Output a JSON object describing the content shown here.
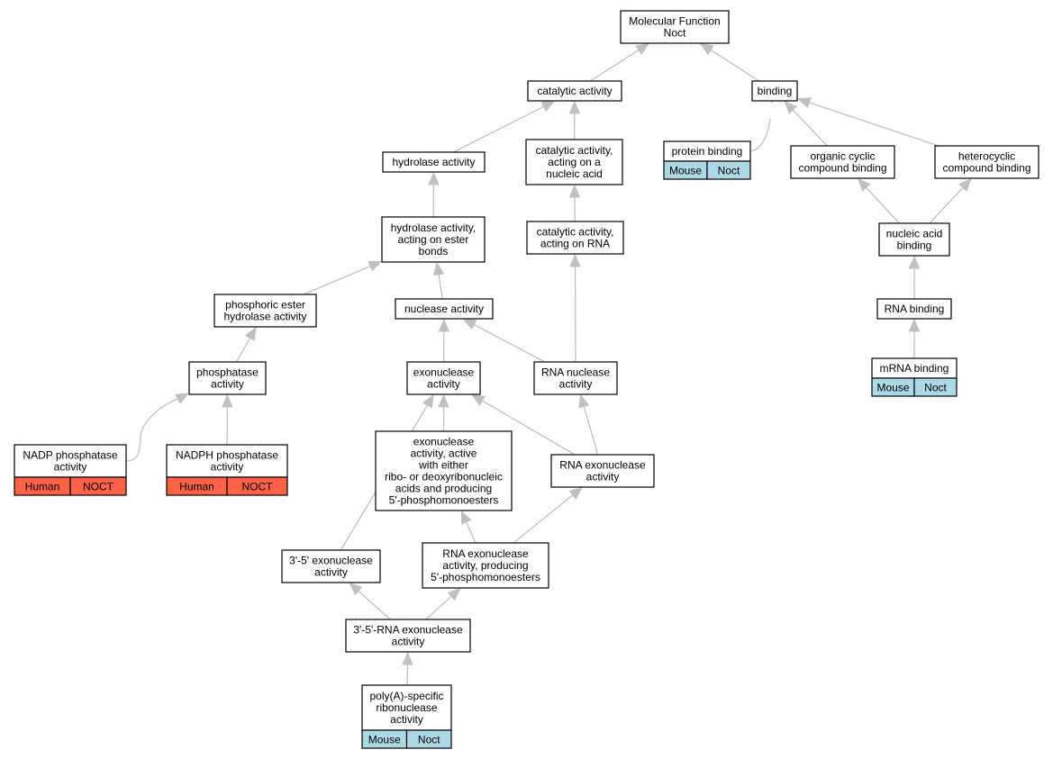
{
  "colors": {
    "human": "#ff6347",
    "mouse": "#add8e6",
    "edge": "#c0c0c0",
    "box_border": "#000000",
    "background": "#ffffff"
  },
  "nodes": [
    {
      "id": "mf",
      "lines": [
        "Molecular Function",
        "Noct"
      ]
    },
    {
      "id": "catalytic",
      "lines": [
        "catalytic activity"
      ]
    },
    {
      "id": "binding",
      "lines": [
        "binding"
      ]
    },
    {
      "id": "hydrolase",
      "lines": [
        "hydrolase activity"
      ]
    },
    {
      "id": "cat_nucleic",
      "lines": [
        "catalytic activity,",
        "acting on a",
        "nucleic acid"
      ]
    },
    {
      "id": "protein_binding",
      "lines": [
        "protein binding"
      ],
      "tags": [
        {
          "label": "Mouse",
          "org": "mouse"
        },
        {
          "label": "Noct",
          "org": "mouse"
        }
      ]
    },
    {
      "id": "org_cyclic",
      "lines": [
        "organic cyclic",
        "compound binding"
      ]
    },
    {
      "id": "heterocyclic",
      "lines": [
        "heterocyclic",
        "compound binding"
      ]
    },
    {
      "id": "hydrolase_ester",
      "lines": [
        "hydrolase activity,",
        "acting on ester",
        "bonds"
      ]
    },
    {
      "id": "cat_rna",
      "lines": [
        "catalytic activity,",
        "acting on RNA"
      ]
    },
    {
      "id": "nucleic_binding",
      "lines": [
        "nucleic acid",
        "binding"
      ]
    },
    {
      "id": "phos_ester",
      "lines": [
        "phosphoric ester",
        "hydrolase activity"
      ]
    },
    {
      "id": "nuclease",
      "lines": [
        "nuclease activity"
      ]
    },
    {
      "id": "rna_binding",
      "lines": [
        "RNA binding"
      ]
    },
    {
      "id": "phosphatase",
      "lines": [
        "phosphatase",
        "activity"
      ]
    },
    {
      "id": "exonuclease",
      "lines": [
        "exonuclease",
        "activity"
      ]
    },
    {
      "id": "rna_nuclease",
      "lines": [
        "RNA nuclease",
        "activity"
      ]
    },
    {
      "id": "mrna_binding",
      "lines": [
        "mRNA binding"
      ],
      "tags": [
        {
          "label": "Mouse",
          "org": "mouse"
        },
        {
          "label": "Noct",
          "org": "mouse"
        }
      ]
    },
    {
      "id": "nadp",
      "lines": [
        "NADP phosphatase",
        "activity"
      ],
      "tags": [
        {
          "label": "Human",
          "org": "human"
        },
        {
          "label": "NOCT",
          "org": "human"
        }
      ]
    },
    {
      "id": "nadph",
      "lines": [
        "NADPH phosphatase",
        "activity"
      ],
      "tags": [
        {
          "label": "Human",
          "org": "human"
        },
        {
          "label": "NOCT",
          "org": "human"
        }
      ]
    },
    {
      "id": "exo_either",
      "lines": [
        "exonuclease",
        "activity, active",
        "with either",
        "ribo- or deoxyribonucleic",
        "acids and producing",
        "5'-phosphomonoesters"
      ]
    },
    {
      "id": "rna_exo",
      "lines": [
        "RNA exonuclease",
        "activity"
      ]
    },
    {
      "id": "exo_35",
      "lines": [
        "3'-5' exonuclease",
        "activity"
      ]
    },
    {
      "id": "rna_exo_5p",
      "lines": [
        "RNA exonuclease",
        "activity, producing",
        "5'-phosphomonoesters"
      ]
    },
    {
      "id": "rna_exo_35",
      "lines": [
        "3'-5'-RNA exonuclease",
        "activity"
      ]
    },
    {
      "id": "polya",
      "lines": [
        "poly(A)-specific",
        "ribonuclease",
        "activity"
      ],
      "tags": [
        {
          "label": "Mouse",
          "org": "mouse"
        },
        {
          "label": "Noct",
          "org": "mouse"
        }
      ]
    }
  ],
  "edges": [
    {
      "from": "catalytic",
      "to": "mf"
    },
    {
      "from": "binding",
      "to": "mf"
    },
    {
      "from": "hydrolase",
      "to": "catalytic"
    },
    {
      "from": "cat_nucleic",
      "to": "catalytic"
    },
    {
      "from": "protein_binding",
      "to": "binding"
    },
    {
      "from": "org_cyclic",
      "to": "binding"
    },
    {
      "from": "heterocyclic",
      "to": "binding"
    },
    {
      "from": "hydrolase_ester",
      "to": "hydrolase"
    },
    {
      "from": "cat_rna",
      "to": "cat_nucleic"
    },
    {
      "from": "nucleic_binding",
      "to": "org_cyclic"
    },
    {
      "from": "nucleic_binding",
      "to": "heterocyclic"
    },
    {
      "from": "phos_ester",
      "to": "hydrolase_ester"
    },
    {
      "from": "nuclease",
      "to": "hydrolase_ester"
    },
    {
      "from": "rna_binding",
      "to": "nucleic_binding"
    },
    {
      "from": "phosphatase",
      "to": "phos_ester"
    },
    {
      "from": "exonuclease",
      "to": "nuclease"
    },
    {
      "from": "rna_nuclease",
      "to": "nuclease"
    },
    {
      "from": "rna_nuclease",
      "to": "cat_rna"
    },
    {
      "from": "mrna_binding",
      "to": "rna_binding"
    },
    {
      "from": "nadp",
      "to": "phosphatase"
    },
    {
      "from": "nadph",
      "to": "phosphatase"
    },
    {
      "from": "exo_either",
      "to": "exonuclease"
    },
    {
      "from": "rna_exo",
      "to": "exonuclease"
    },
    {
      "from": "rna_exo",
      "to": "rna_nuclease"
    },
    {
      "from": "exo_35",
      "to": "exonuclease"
    },
    {
      "from": "rna_exo_5p",
      "to": "exo_either"
    },
    {
      "from": "rna_exo_5p",
      "to": "rna_exo"
    },
    {
      "from": "rna_exo_35",
      "to": "exo_35"
    },
    {
      "from": "rna_exo_35",
      "to": "rna_exo_5p"
    },
    {
      "from": "polya",
      "to": "rna_exo_35"
    }
  ]
}
